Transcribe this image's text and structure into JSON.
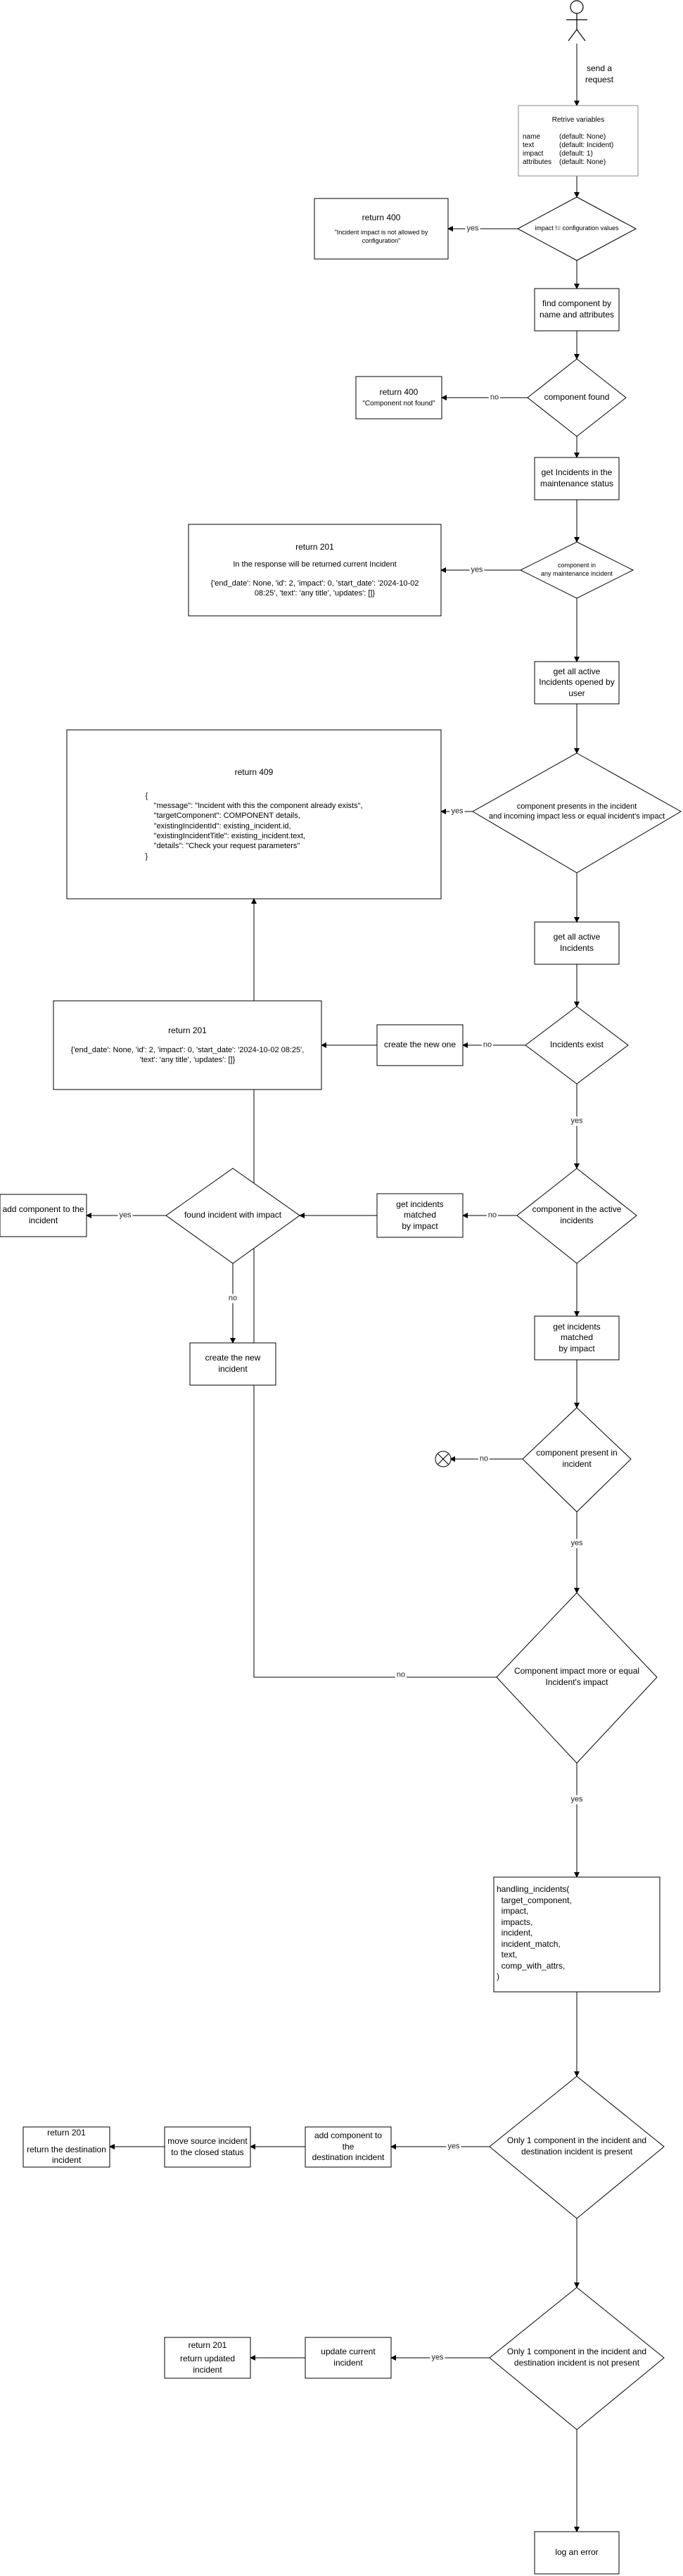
{
  "actor": {
    "label": "send a\nrequest"
  },
  "nodes": {
    "retrieve": {
      "title": "Retrive variables",
      "fields": [
        {
          "name": "name",
          "def": "(default: None)"
        },
        {
          "name": "text",
          "def": "(default: Incident)"
        },
        {
          "name": "impact",
          "def": "(default: 1)"
        },
        {
          "name": "attributes",
          "def": "(default: None)"
        }
      ]
    },
    "d_impact": "impact != configuration values",
    "ret400a": {
      "title": "return 400",
      "sub": "\"Incident impact is not allowed by\nconfiguration\""
    },
    "find_component": "find component by\nname and attributes",
    "d_found": "component found",
    "ret400b": {
      "title": "return 400",
      "sub": "\"Component not found\""
    },
    "get_maint": "get Incidents in the\nmaintenance status",
    "d_maint": "component in\nany maintenance incident",
    "ret201a": {
      "title": "return 201",
      "line": "In the response will be returned current Incident",
      "body": "{'end_date': None, 'id': 2, 'impact': 0, 'start_date': '2024-10-02\n08:25', 'text': 'any title', 'updates': []}"
    },
    "get_user_active": "get all active\nIncidents opened by\nuser",
    "d_presents": "component presents in the incident\nand incoming impact less or equal incident's impact",
    "ret409": {
      "title": "return 409",
      "body": "{\n    \"message\": \"Incident with this the component already exists\",\n    \"targetComponent\": COMPONENT details,\n    \"existingIncidentId\": existing_incident.id,\n    \"existingIncidentTitle\": existing_incident.text,\n    \"details\": \"Check your request parameters\"\n}"
    },
    "get_all_active": "get all active\nIncidents",
    "d_exist": "Incidents exist",
    "create_new_one": "create the new one",
    "ret201b": {
      "title": "return 201",
      "body": "{'end_date': None, 'id': 2, 'impact': 0, 'start_date': '2024-10-02 08:25',\n'text': 'any title', 'updates': []}"
    },
    "d_in_active": "component in the active\nincidents",
    "get_matched_left": "get incidents matched\nby impact",
    "d_found_impact": "found incident with impact",
    "add_component": "add component to the\nincident",
    "create_new_incident": "create the new\nincident",
    "get_matched": "get incidents matched\nby impact",
    "d_present_in": "component present in\nincident",
    "d_more_equal": "Component impact more or equal\nIncident's impact",
    "handling": "handling_incidents(\n  target_component,\n  impact,\n  impacts,\n  incident,\n  incident_match,\n  text,\n  comp_with_attrs,\n)",
    "d_only1_present": "Only 1 component in the incident and\ndestination incident is present",
    "add_to_dest": "add component to the\ndestination incident",
    "move_source": "move source incident\nto the closed status",
    "ret201c": {
      "title": "return 201",
      "sub": "return the destination\nincident"
    },
    "d_only1_notpresent": "Only 1 component in the incident and\ndestination incident is not present",
    "update_current": "update current\nincident",
    "ret201d": {
      "title": "return 201",
      "sub": "return updated\nincident"
    },
    "log_error": "log an error"
  },
  "edge_labels": {
    "yes": "yes",
    "no": "no"
  }
}
